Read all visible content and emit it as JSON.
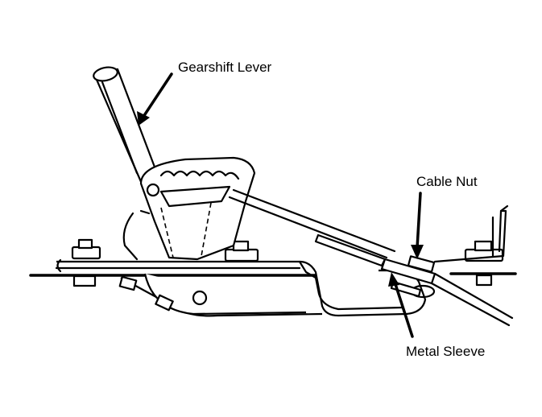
{
  "labels": {
    "gearshift_lever": "Gearshift Lever",
    "cable_nut": "Cable Nut",
    "metal_sleeve": "Metal Sleeve"
  },
  "colors": {
    "ink": "#000000",
    "paper": "#ffffff"
  }
}
